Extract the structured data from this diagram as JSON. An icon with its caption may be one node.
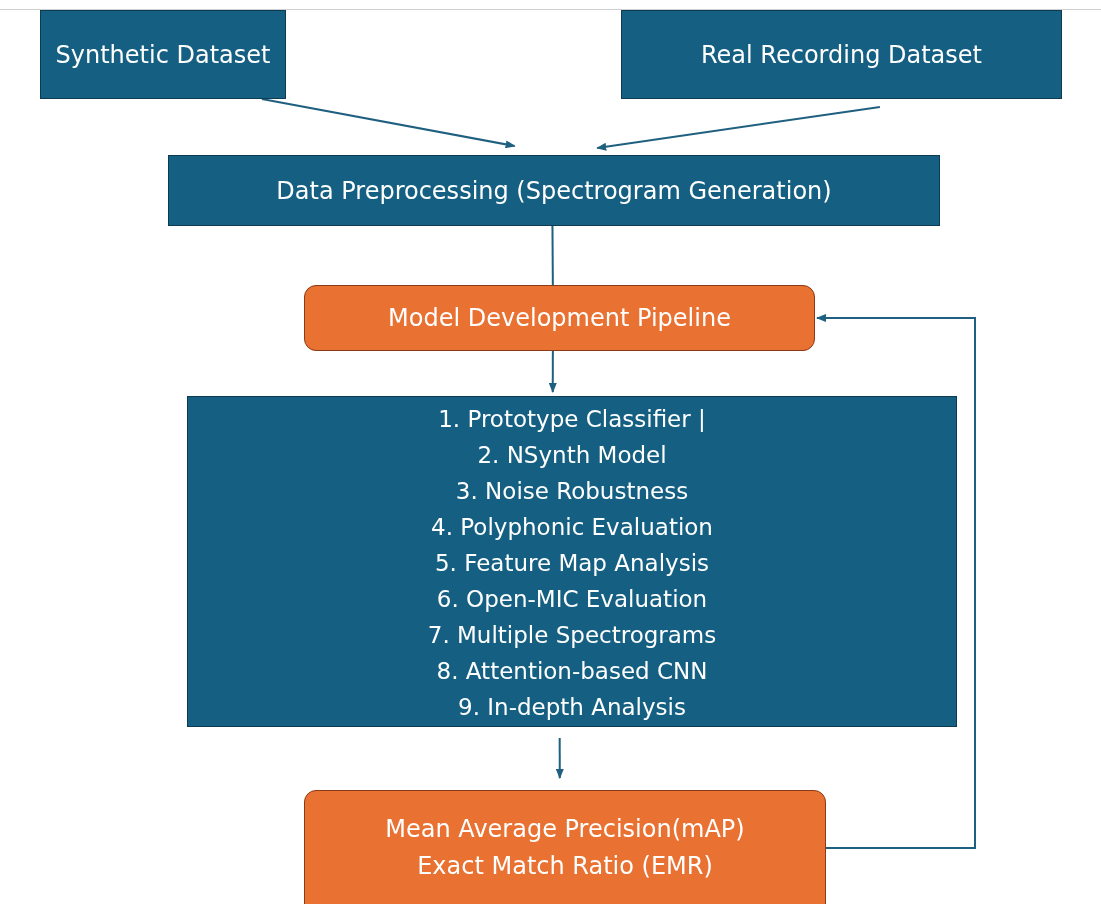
{
  "diagram": {
    "nodes": [
      {
        "text": [
          "Synthetic Dataset"
        ]
      },
      {
        "text": [
          "Real Recording Dataset"
        ]
      },
      {
        "text": [
          "Data Preprocessing (Spectrogram Generation)"
        ]
      },
      {
        "text": [
          "Model Development Pipeline"
        ]
      },
      {
        "text": [
          "1. Prototype Classifier |",
          "2. NSynth Model",
          "3. Noise Robustness",
          "4. Polyphonic Evaluation",
          "5. Feature Map Analysis",
          "6. Open-MIC Evaluation",
          "7. Multiple Spectrograms",
          "8. Attention-based CNN",
          "9. In-depth Analysis"
        ]
      },
      {
        "text": [
          "Mean Average Precision(mAP)",
          "Exact Match Ratio (EMR)"
        ]
      }
    ],
    "edges": [
      {
        "from": 0,
        "to": 2,
        "arrow": "to"
      },
      {
        "from": 1,
        "to": 2,
        "arrow": "to"
      },
      {
        "from": 2,
        "to": 3,
        "arrow": "none"
      },
      {
        "from": 3,
        "to": 4,
        "arrow": "to"
      },
      {
        "from": 4,
        "to": 5,
        "arrow": "to"
      },
      {
        "from": 5,
        "to": 3,
        "arrow": "to"
      }
    ]
  }
}
